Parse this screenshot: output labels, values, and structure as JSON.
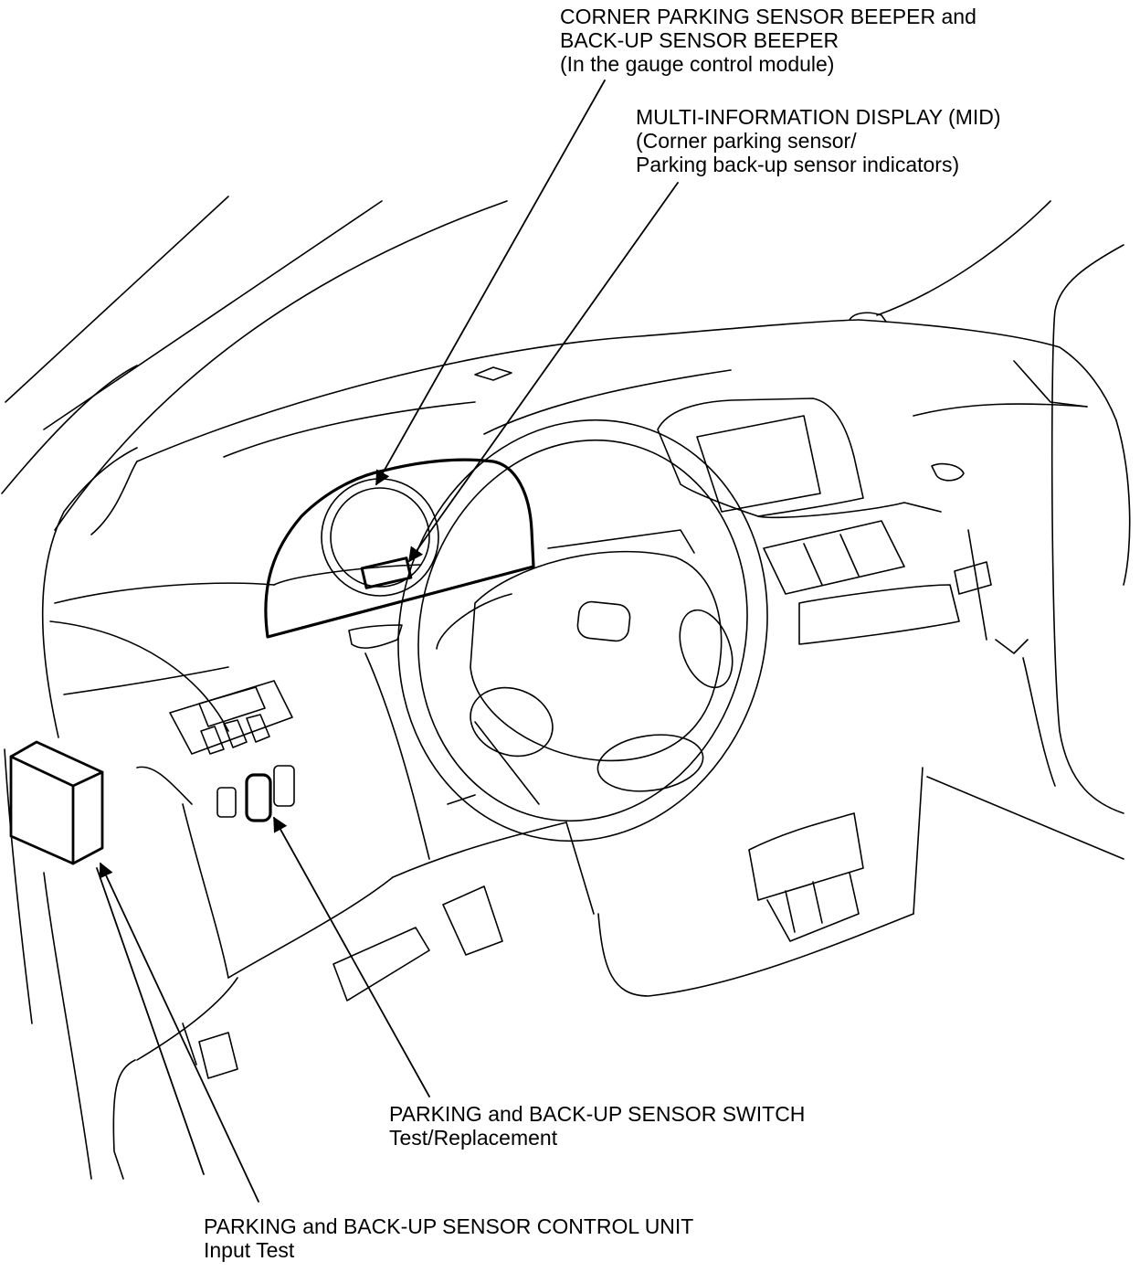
{
  "callouts": {
    "beeper": {
      "line1": "CORNER PARKING SENSOR BEEPER and",
      "line2": "BACK-UP SENSOR BEEPER",
      "line3": "(In the gauge control module)"
    },
    "mid": {
      "line1": "MULTI-INFORMATION DISPLAY (MID)",
      "line2": "(Corner parking sensor/",
      "line3": "Parking back-up sensor indicators)"
    },
    "switch": {
      "line1": "PARKING and BACK-UP SENSOR SWITCH",
      "line2": "Test/Replacement"
    },
    "control_unit": {
      "line1": "PARKING and BACK-UP SENSOR CONTROL UNIT",
      "line2": "Input Test"
    }
  },
  "colors": {
    "ink": "#000000",
    "paper": "#ffffff"
  }
}
